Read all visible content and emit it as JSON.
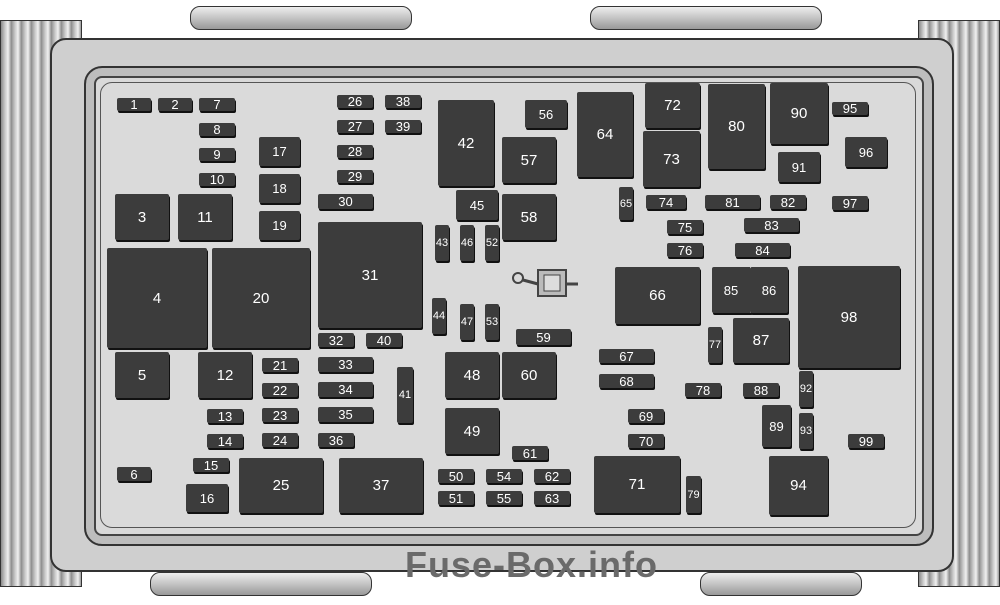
{
  "fuses": [
    "1",
    "2",
    "3",
    "4",
    "5",
    "6",
    "7",
    "8",
    "9",
    "10",
    "11",
    "12",
    "13",
    "14",
    "15",
    "16",
    "17",
    "18",
    "19",
    "20",
    "21",
    "22",
    "23",
    "24",
    "25",
    "26",
    "27",
    "28",
    "29",
    "30",
    "31",
    "32",
    "33",
    "34",
    "35",
    "36",
    "37",
    "38",
    "39",
    "40",
    "41",
    "42",
    "43",
    "44",
    "45",
    "46",
    "47",
    "48",
    "49",
    "50",
    "51",
    "52",
    "53",
    "54",
    "55",
    "56",
    "57",
    "58",
    "59",
    "60",
    "61",
    "62",
    "63",
    "64",
    "65",
    "66",
    "67",
    "68",
    "69",
    "70",
    "71",
    "72",
    "73",
    "74",
    "75",
    "76",
    "77",
    "78",
    "79",
    "80",
    "81",
    "82",
    "83",
    "84",
    "85",
    "86",
    "87",
    "88",
    "89",
    "90",
    "91",
    "92",
    "93",
    "94",
    "95",
    "96",
    "97",
    "98",
    "99"
  ],
  "watermark": "Fuse-Box.info",
  "colors": {
    "fuse": "#3c3c3c",
    "panel": "#dadada",
    "label": "#ffffff"
  }
}
